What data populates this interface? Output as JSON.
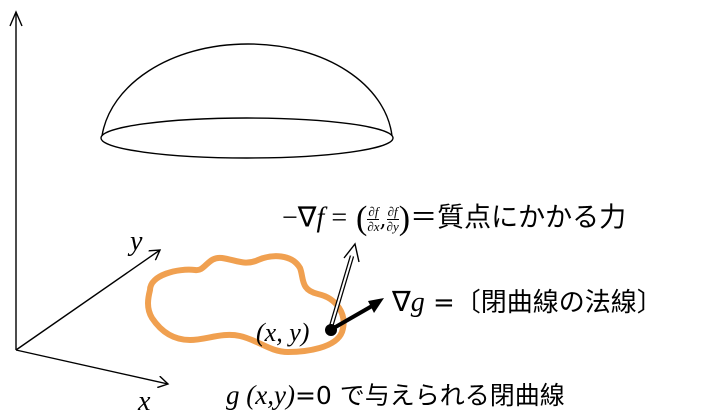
{
  "axes": {
    "x_label": "x",
    "y_label": "y"
  },
  "labels": {
    "gradient_f_prefix": "−∇",
    "gradient_f_var": "f",
    "gradient_f_equals": " =",
    "frac1_num": "∂f",
    "frac1_den": "∂x",
    "frac2_num": "∂f",
    "frac2_den": "∂y",
    "comma": ",",
    "force_text": "＝質点にかかる力",
    "gradient_g_symbol": "∇",
    "gradient_g_var": "g",
    "normal_text": " =〔閉曲線の法線〕",
    "point_label": "(x, y)",
    "curve_g": "g",
    "curve_args": " (x,y)",
    "curve_rest": "=0 で与えられる閉曲線"
  },
  "colors": {
    "curve": "#f0a050",
    "ink": "#000000"
  }
}
